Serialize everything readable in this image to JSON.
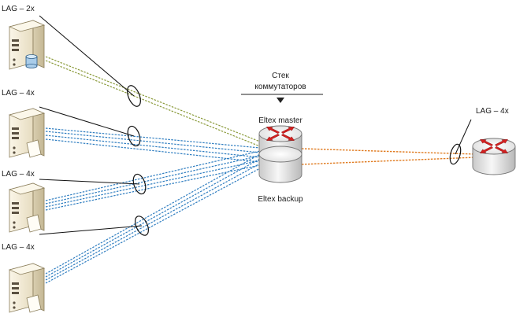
{
  "servers": [
    {
      "lag_label": "LAG – 2x",
      "link_color": "#8a9a3a"
    },
    {
      "lag_label": "LAG – 4x",
      "link_color": "#2e7dc0"
    },
    {
      "lag_label": "LAG – 4x",
      "link_color": "#2e7dc0"
    },
    {
      "lag_label": "LAG – 4x",
      "link_color": "#2e7dc0"
    }
  ],
  "stack": {
    "title_line1": "Стек",
    "title_line2": "коммутаторов",
    "master_label": "Eltex master",
    "backup_label": "Eltex backup"
  },
  "uplink": {
    "lag_label": "LAG – 4x",
    "link_color": "#e07b20"
  },
  "colors": {
    "router_arrow": "#d42020",
    "device_body": "#e8e8e8",
    "server_body": "#f2ead6"
  }
}
